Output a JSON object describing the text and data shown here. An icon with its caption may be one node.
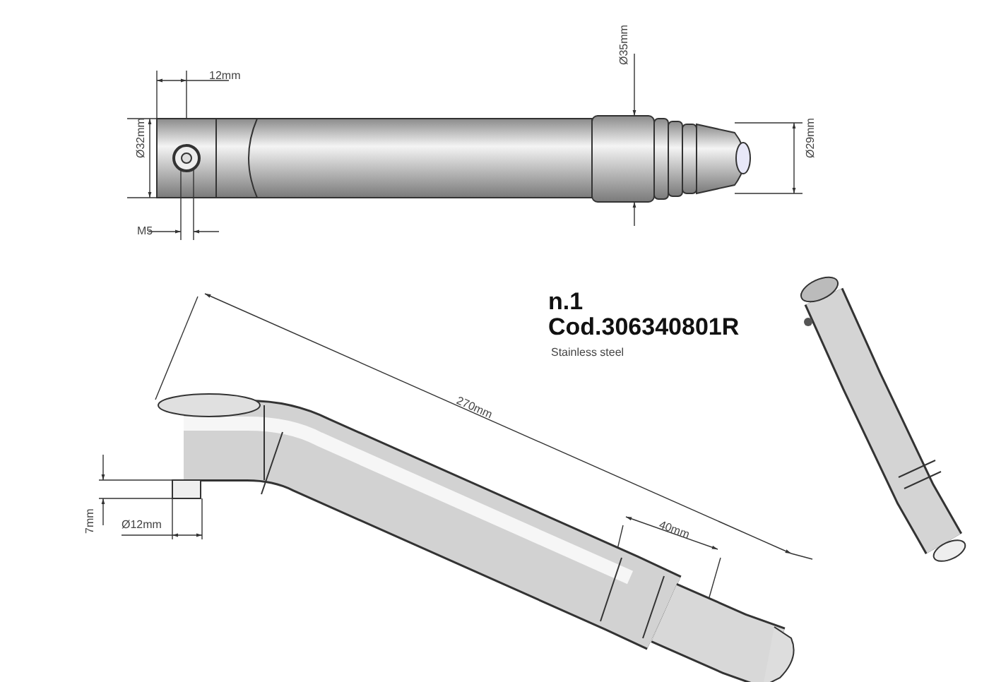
{
  "diagram": {
    "labels": [
      "12mm",
      "Ø35mm",
      "Ø32mm",
      "Ø29mm",
      "M5",
      "n.1",
      "Cod.306340801R",
      "Stainless steel",
      "270mm",
      "40mm",
      "7mm",
      "Ø12mm"
    ]
  }
}
